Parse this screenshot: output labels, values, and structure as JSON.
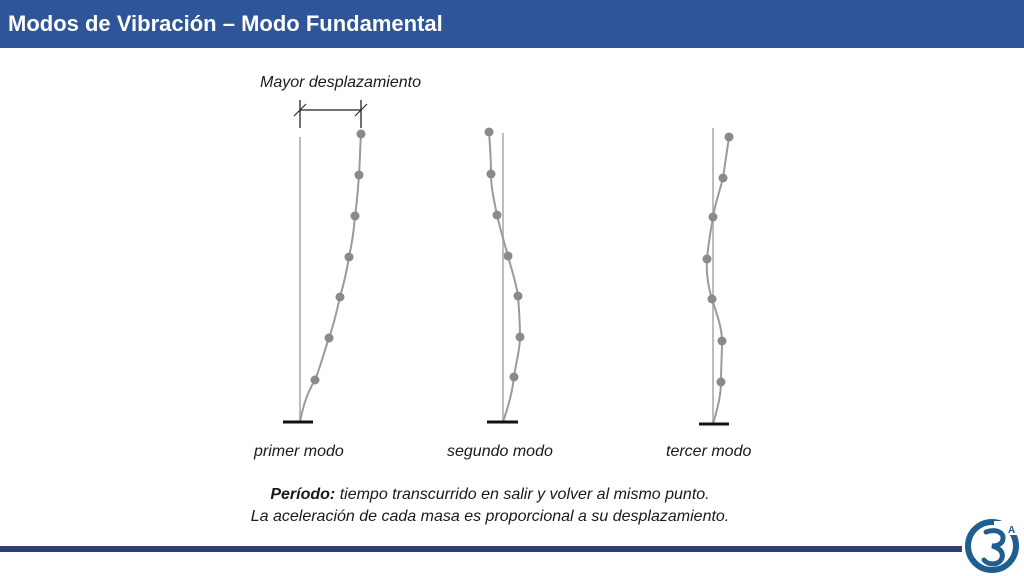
{
  "header": {
    "title": "Modos de Vibración – Modo Fundamental"
  },
  "diagram": {
    "displacement_label": "Mayor desplazamiento",
    "modes": [
      {
        "label": "primer modo"
      },
      {
        "label": "segundo modo"
      },
      {
        "label": "tercer modo"
      }
    ]
  },
  "caption": {
    "bold_term": "Período:",
    "line1_rest": " tiempo transcurrido en salir y volver al mismo punto.",
    "line2": "La aceleración de cada masa es proporcional a su desplazamiento."
  },
  "colors": {
    "header_bg": "#2e5597",
    "footer_bar": "#2e3f70",
    "curve": "#9a9a9a",
    "mass": "#8a8a8a",
    "ground": "#111111",
    "logo": "#1f5f8f"
  },
  "icons": {
    "logo": "brand-logo-icon"
  }
}
